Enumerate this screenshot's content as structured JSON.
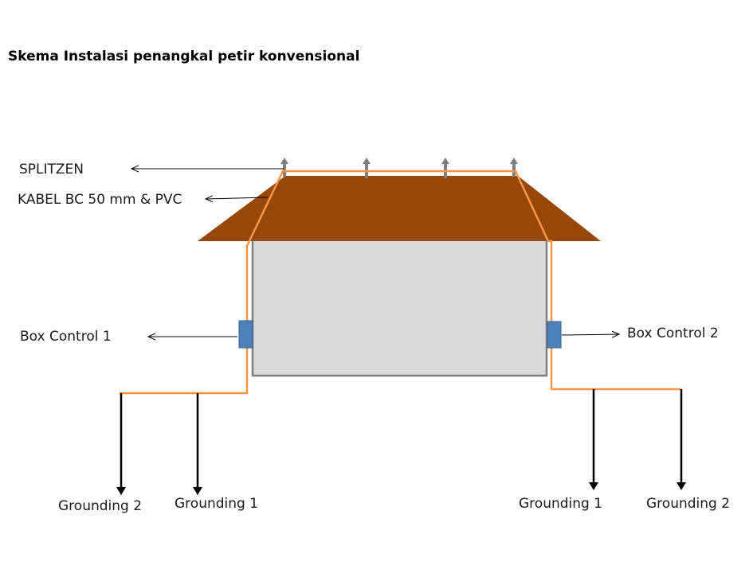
{
  "title": "Skema Instalasi penangkal petir konvensional",
  "labels": {
    "splitzen": "SPLITZEN",
    "cable": "KABEL BC 50 mm & PVC",
    "box_control_1": "Box Control 1",
    "box_control_2": "Box Control 2",
    "grounding_left_outer": "Grounding 2",
    "grounding_left_inner": "Grounding 1",
    "grounding_right_inner": "Grounding 1",
    "grounding_right_outer": "Grounding 2"
  },
  "colors": {
    "roof": "#974806",
    "wall_fill": "#d9d9d9",
    "wall_stroke": "#7f7f7f",
    "cable": "#f79646",
    "box_control": "#4f81bd",
    "splitzen": "#7f7f7f",
    "grounding": "#000000"
  }
}
